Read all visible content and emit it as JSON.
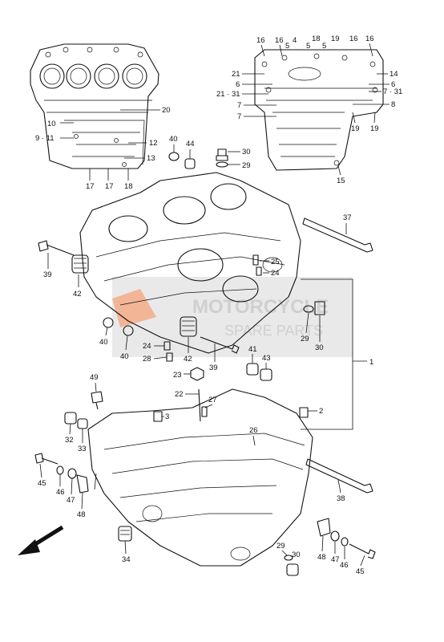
{
  "watermark": {
    "lines": [
      "MOTORCYCLE",
      "SPARE PARTS"
    ],
    "accent": "#f29a6b",
    "gray": "#c8c8c8"
  },
  "callouts": {
    "top_left": [
      "20",
      "10",
      "9 · 11",
      "12",
      "13",
      "17",
      "17",
      "18"
    ],
    "top_right": [
      "16",
      "16",
      "4",
      "5",
      "18",
      "5",
      "19",
      "5",
      "16",
      "16",
      "21",
      "14",
      "6",
      "6",
      "21 · 31",
      "7 · 31",
      "7",
      "8",
      "7",
      "19",
      "19",
      "15"
    ],
    "middle": [
      "40",
      "44",
      "30",
      "29",
      "37",
      "39",
      "42",
      "25",
      "24",
      "40",
      "40",
      "24",
      "28",
      "42",
      "39",
      "29",
      "30",
      "41",
      "43",
      "1",
      "23",
      "49",
      "22",
      "27",
      "3",
      "2"
    ],
    "bottom": [
      "32",
      "33",
      "26",
      "45",
      "46",
      "47",
      "48",
      "38",
      "34",
      "29",
      "30",
      "48",
      "47",
      "46",
      "45"
    ]
  },
  "colors": {
    "line": "#111111",
    "background": "#ffffff"
  }
}
